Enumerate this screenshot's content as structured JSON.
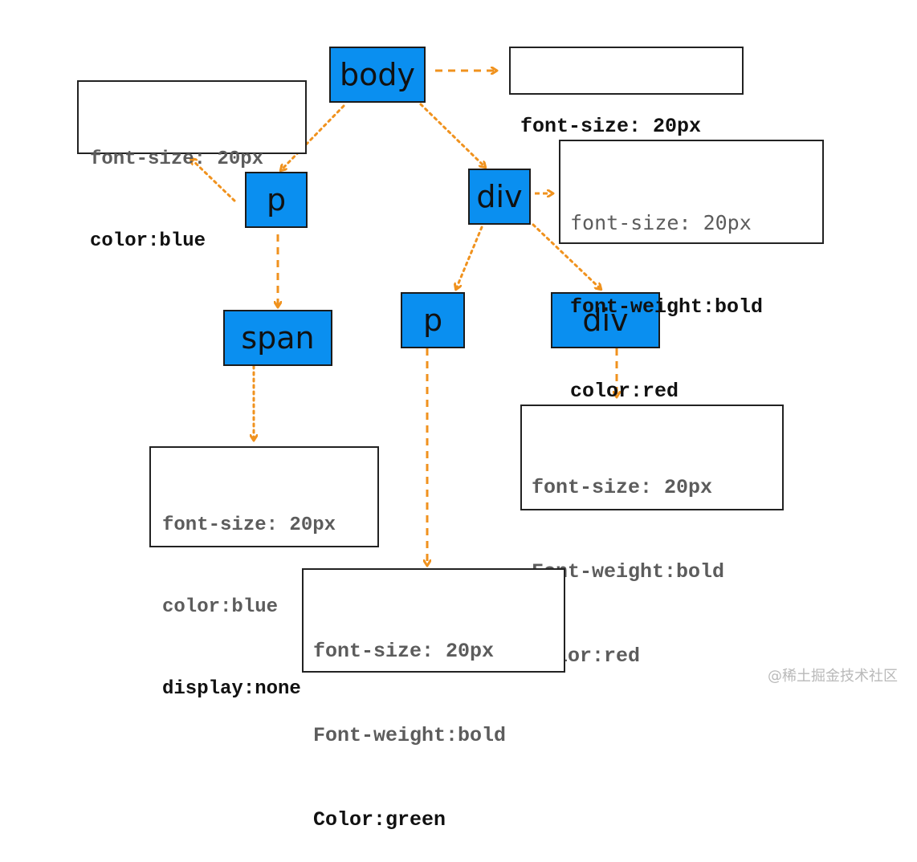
{
  "nodes": {
    "body": "body",
    "p_left": "p",
    "div_top": "div",
    "span": "span",
    "p_mid": "p",
    "div_inner": "div"
  },
  "style_boxes": {
    "body_styles": [
      "font-size: 20px"
    ],
    "p_left_styles": [
      "font-size: 20px",
      "color:blue"
    ],
    "div_top_styles": [
      "font-size: 20px",
      "font-weight:bold",
      "color:red"
    ],
    "span_styles": [
      "font-size: 20px",
      "color:blue",
      "display:none"
    ],
    "div_inner_styles": [
      "font-size: 20px",
      "Font-weight:bold",
      "color:red"
    ],
    "p_mid_styles": [
      "font-size: 20px",
      "Font-weight:bold",
      "Color:green"
    ]
  },
  "watermark": "@稀土掘金技术社区",
  "colors": {
    "node_fill": "#0a8ff0",
    "arrow": "#f0921e",
    "inherited_text": "#5c5c5c",
    "own_text": "#111111"
  }
}
